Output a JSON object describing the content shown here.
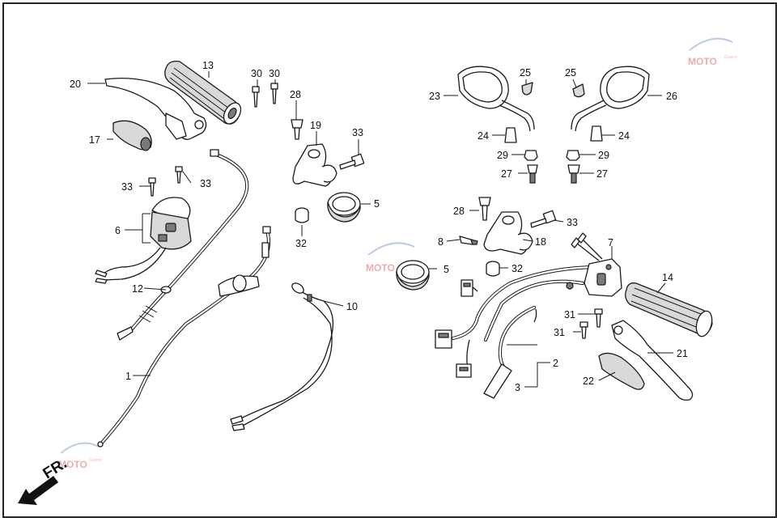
{
  "diagram": {
    "front_label": "FR.",
    "watermark": "MOTO",
    "watermark_sub": "Gwann",
    "callouts": {
      "c1": "1",
      "c2": "2",
      "c3": "3",
      "c5a": "5",
      "c5b": "5",
      "c6": "6",
      "c7": "7",
      "c8": "8",
      "c10": "10",
      "c12": "12",
      "c13": "13",
      "c14": "14",
      "c17": "17",
      "c18": "18",
      "c19": "19",
      "c20": "20",
      "c21": "21",
      "c22": "22",
      "c23": "23",
      "c24a": "24",
      "c24b": "24",
      "c25a": "25",
      "c25b": "25",
      "c26": "26",
      "c27a": "27",
      "c27b": "27",
      "c28a": "28",
      "c28b": "28",
      "c29a": "29",
      "c29b": "29",
      "c30a": "30",
      "c30b": "30",
      "c31a": "31",
      "c31b": "31",
      "c32a": "32",
      "c32b": "32",
      "c33a": "33",
      "c33b": "33",
      "c33c": "33",
      "c33d": "33"
    }
  }
}
